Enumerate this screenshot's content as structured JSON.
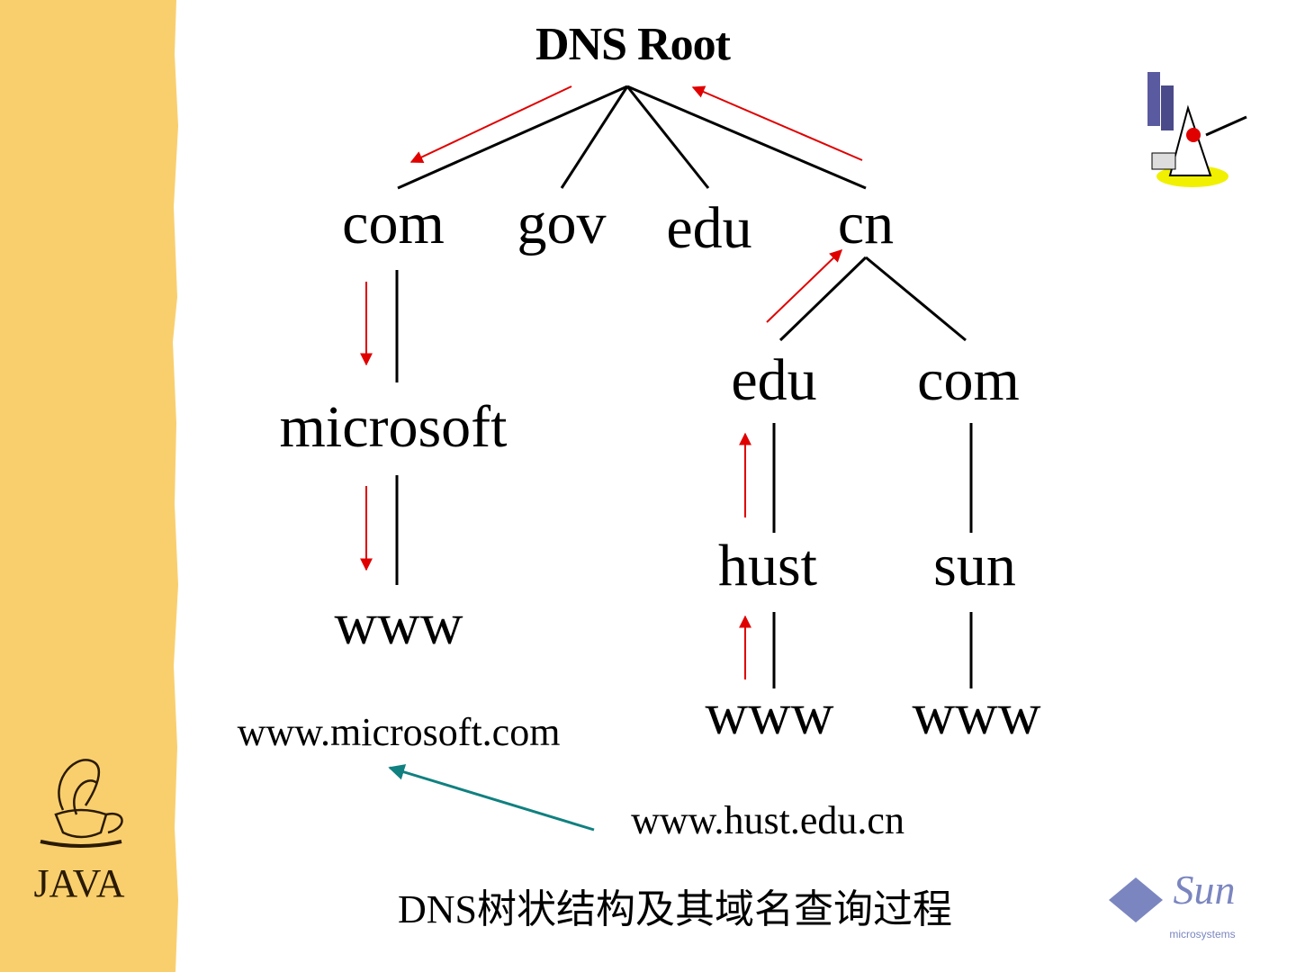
{
  "title": "DNS Root",
  "tree": {
    "top_level": [
      "com",
      "gov",
      "edu",
      "cn"
    ],
    "com_branch": [
      "microsoft",
      "www"
    ],
    "cn_children": [
      "edu",
      "com"
    ],
    "cn_edu_branch": [
      "hust",
      "www"
    ],
    "cn_com_branch": [
      "sun",
      "www"
    ]
  },
  "query_from": "www.hust.edu.cn",
  "query_to": "www.microsoft.com",
  "caption": "DNS树状结构及其域名查询过程",
  "logos": {
    "java": "JAVA",
    "sun": "Sun",
    "sun_sub": "microsystems"
  },
  "colors": {
    "sidebar": "#f9cf6e",
    "arrow_path": "#e00000",
    "query_arrow": "#108080",
    "sun_logo": "#7b86c0"
  }
}
